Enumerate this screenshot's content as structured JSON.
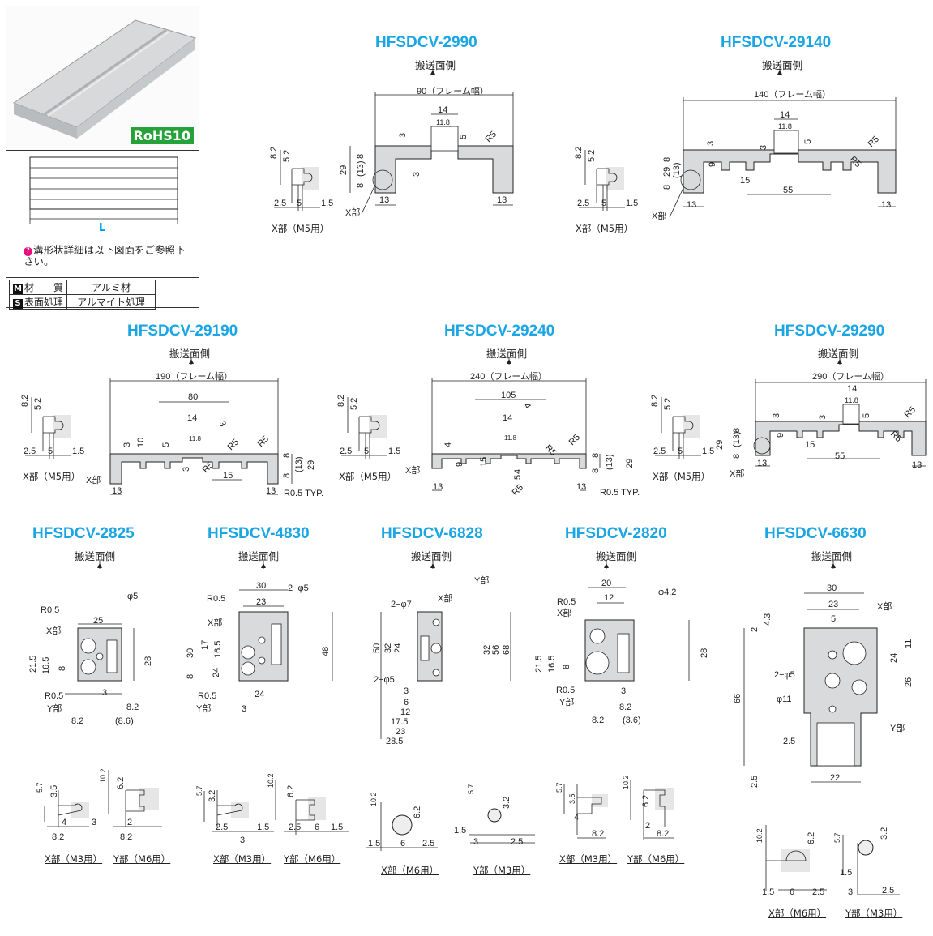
{
  "sidebar": {
    "rohs_prefix": "RoHS",
    "rohs_num": "10",
    "length_label": "L",
    "note": "溝形状詳細は以下図面をご参照下さい。",
    "spec": [
      {
        "mark": "M",
        "label": "材　　質",
        "value": "アルミ材"
      },
      {
        "mark": "S",
        "label": "表面処理",
        "value": "アルマイト処理"
      }
    ]
  },
  "conveying_side": "搬送面側",
  "x_m5": "X部（M5用）",
  "x_m3": "X部（M3用）",
  "y_m6": "Y部（M6用）",
  "x_m6": "X部（M6用）",
  "y_m3": "Y部（M3用）",
  "models": {
    "m2990": "HFSDCV-2990",
    "m29140": "HFSDCV-29140",
    "m29190": "HFSDCV-29190",
    "m29240": "HFSDCV-29240",
    "m29290": "HFSDCV-29290",
    "m2825": "HFSDCV-2825",
    "m4830": "HFSDCV-4830",
    "m6828": "HFSDCV-6828",
    "m2820": "HFSDCV-2820",
    "m6630": "HFSDCV-6630"
  },
  "widths": {
    "w90": "90（フレーム幅）",
    "w140": "140（フレーム幅）",
    "w190": "190（フレーム幅）",
    "w240": "240（フレーム幅）",
    "w290": "290（フレーム幅）"
  },
  "dims": {
    "d14": "14",
    "d11_8": "11.8",
    "d13": "13",
    "d29": "29",
    "d8": "8",
    "d13p": "(13)",
    "d3": "3",
    "d5": "5",
    "dR5": "R5",
    "d55": "55",
    "d15": "15",
    "d9": "9",
    "d80": "80",
    "d105": "105",
    "d10": "10",
    "d4": "4",
    "d8_2": "8.2",
    "d5_2": "5.2",
    "d2_5": "2.5",
    "d1_5": "1.5",
    "r05typ": "R0.5 TYP.",
    "d30": "30",
    "d23": "23",
    "d25": "25",
    "d20": "20",
    "d12": "12",
    "d66": "66",
    "d48": "48",
    "d28": "28",
    "d24": "24",
    "d26": "26",
    "d11": "11",
    "d22": "22",
    "d21_5": "21.5",
    "d16_5": "16.5",
    "d17": "17",
    "d8_6": "(8.6)",
    "d3_6": "(3.6)",
    "d6": "6",
    "d6_2": "6.2",
    "d3_2": "3.2",
    "d3_5": "3.5",
    "d10_2": "10.2",
    "d5_7": "5.7",
    "phi5": "φ5",
    "phi4_2": "φ4.2",
    "phi11": "φ11",
    "two_phi5": "2−φ5",
    "two_phi7": "2−φ7",
    "r05": "R0.5",
    "xpart": "X部",
    "ypart": "Y部",
    "d50": "50",
    "d32": "32",
    "d68": "68",
    "d17_5": "17.5",
    "d28_5": "28.5"
  }
}
